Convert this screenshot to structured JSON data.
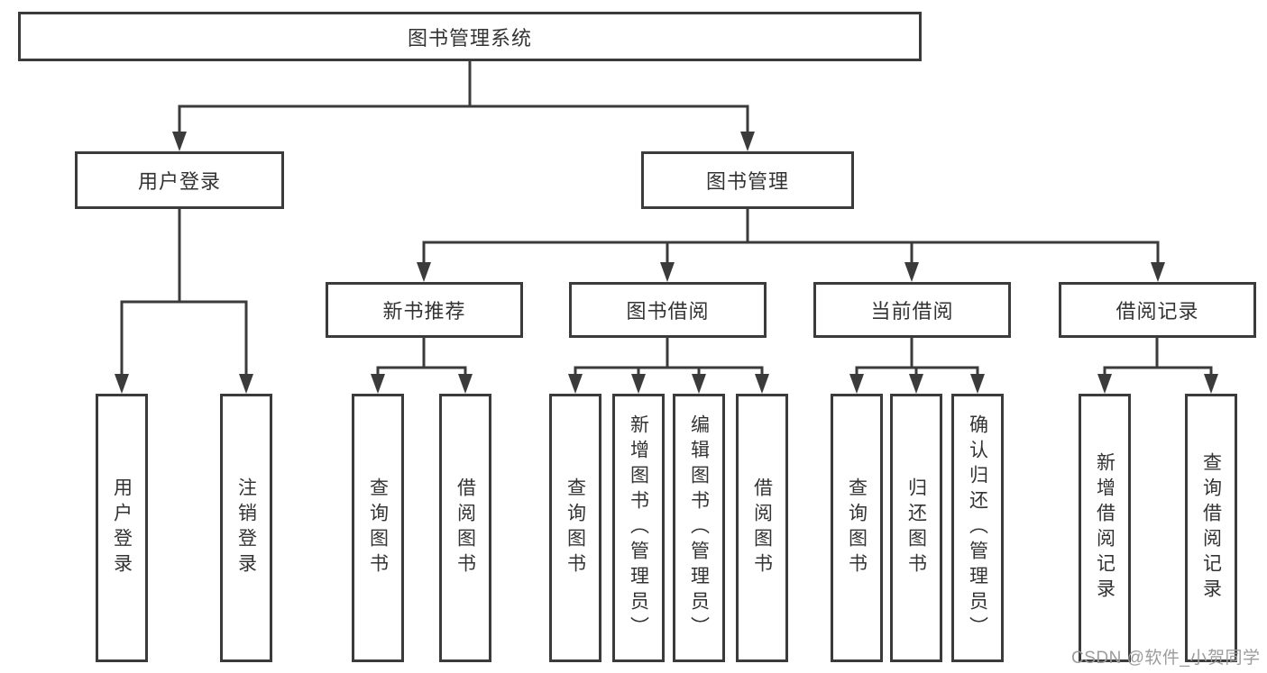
{
  "tree": {
    "label": "图书管理系统",
    "children": [
      {
        "label": "用户登录",
        "children": [
          {
            "label": "用户登录"
          },
          {
            "label": "注销登录"
          }
        ]
      },
      {
        "label": "图书管理",
        "children": [
          {
            "label": "新书推荐",
            "children": [
              {
                "label": "查询图书"
              },
              {
                "label": "借阅图书"
              }
            ]
          },
          {
            "label": "图书借阅",
            "children": [
              {
                "label": "查询图书"
              },
              {
                "label": "新增图书（管理员）"
              },
              {
                "label": "编辑图书（管理员）"
              },
              {
                "label": "借阅图书"
              }
            ]
          },
          {
            "label": "当前借阅",
            "children": [
              {
                "label": "查询图书"
              },
              {
                "label": "归还图书"
              },
              {
                "label": "确认归还（管理员）"
              }
            ]
          },
          {
            "label": "借阅记录",
            "children": [
              {
                "label": "新增借阅记录"
              },
              {
                "label": "查询借阅记录"
              }
            ]
          }
        ]
      }
    ]
  },
  "watermark": {
    "text": "CSDN @软件_小贺同学"
  },
  "colors": {
    "line": "#3b3b3b",
    "box_border": "#3b3b3b",
    "text": "#333333",
    "watermark": "#9c9c9c",
    "background": "#ffffff"
  }
}
